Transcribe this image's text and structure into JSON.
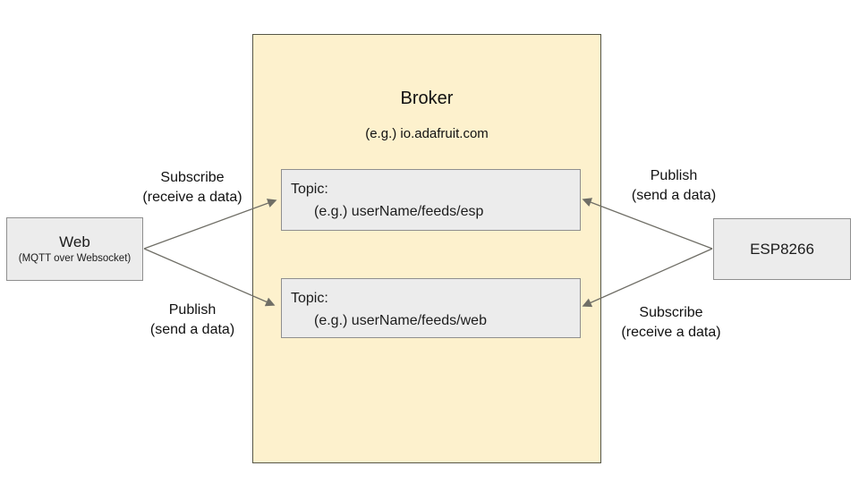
{
  "diagram": {
    "broker": {
      "title": "Broker",
      "subtitle": "(e.g.) io.adafruit.com"
    },
    "topics": [
      {
        "label": "Topic:",
        "example": "(e.g.) userName/feeds/esp"
      },
      {
        "label": "Topic:",
        "example": "(e.g.) userName/feeds/web"
      }
    ],
    "web": {
      "title": "Web",
      "subtitle": "(MQTT over Websocket)"
    },
    "esp": {
      "title": "ESP8266"
    },
    "arrow_labels": [
      {
        "side": "left-top",
        "line1": "Subscribe",
        "line2": "(receive a data)"
      },
      {
        "side": "left-bottom",
        "line1": "Publish",
        "line2": "(send a data)"
      },
      {
        "side": "right-top",
        "line1": "Publish",
        "line2": "(send a data)"
      },
      {
        "side": "right-bottom",
        "line1": "Subscribe",
        "line2": "(receive a data)"
      }
    ],
    "arrows": [
      {
        "from": "web",
        "to": "topic-esp"
      },
      {
        "from": "web",
        "to": "topic-web"
      },
      {
        "from": "esp8266",
        "to": "topic-esp"
      },
      {
        "from": "esp8266",
        "to": "topic-web"
      }
    ],
    "colors": {
      "broker_fill": "#fdf1cd",
      "broker_border": "#565646",
      "box_fill": "#ececec",
      "box_border": "#8f8f8f",
      "arrow": "#6f6e66",
      "text": "#111111"
    }
  }
}
